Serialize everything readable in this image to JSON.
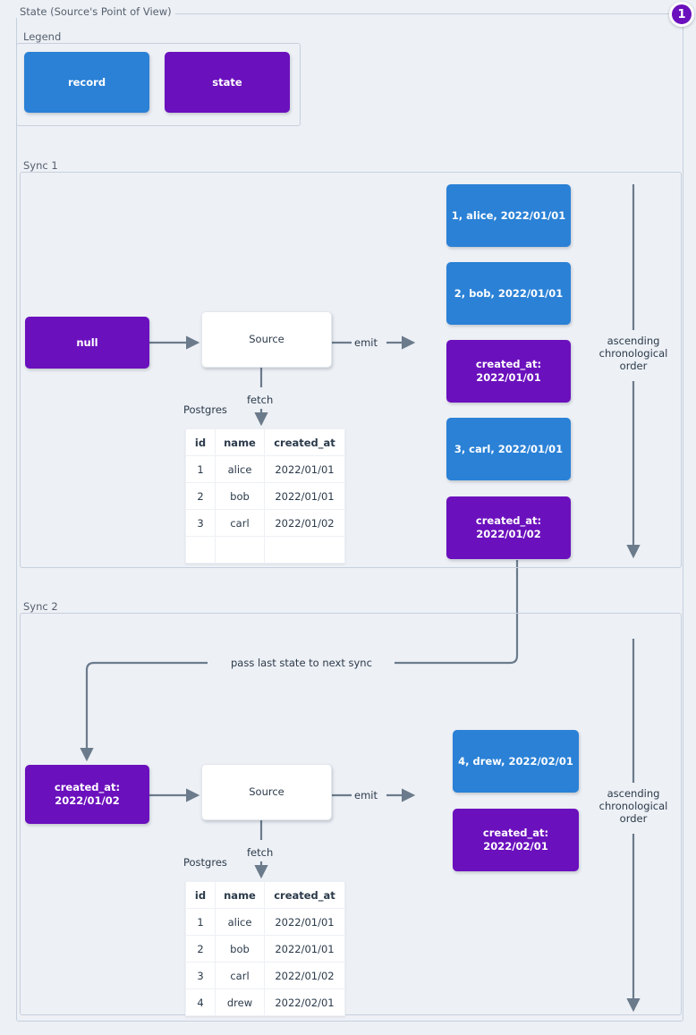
{
  "diagram": {
    "title": "State (Source's Point of View)",
    "badge": "1",
    "colors": {
      "record": "#2a81d6",
      "state": "#6b10bd",
      "background": "#edf0f5",
      "frame_border": "#c6d0dd",
      "edge": "#6b7b8c"
    }
  },
  "legend": {
    "label": "Legend",
    "items": [
      {
        "label": "record",
        "kind": "record"
      },
      {
        "label": "state",
        "kind": "state"
      }
    ]
  },
  "sync1": {
    "label": "Sync 1",
    "state_in": "null",
    "source": "Source",
    "emit_label": "emit",
    "fetch_label": "fetch",
    "db_label": "Postgres",
    "order_label": "ascending chronological order",
    "table": {
      "columns": [
        "id",
        "name",
        "created_at"
      ],
      "rows": [
        [
          "1",
          "alice",
          "2022/01/01"
        ],
        [
          "2",
          "bob",
          "2022/01/01"
        ],
        [
          "3",
          "carl",
          "2022/01/02"
        ],
        [
          "",
          "",
          ""
        ]
      ]
    },
    "emitted": [
      {
        "kind": "record",
        "text": "1, alice, 2022/01/01"
      },
      {
        "kind": "record",
        "text": "2, bob, 2022/01/01"
      },
      {
        "kind": "state",
        "line1": "created_at:",
        "line2": "2022/01/01"
      },
      {
        "kind": "record",
        "text": "3, carl, 2022/01/01"
      },
      {
        "kind": "state",
        "line1": "created_at:",
        "line2": "2022/01/02"
      }
    ]
  },
  "sync2": {
    "label": "Sync 2",
    "pass_label": "pass last state to next sync",
    "state_in_line1": "created_at:",
    "state_in_line2": "2022/01/02",
    "source": "Source",
    "emit_label": "emit",
    "fetch_label": "fetch",
    "db_label": "Postgres",
    "order_label": "ascending chronological order",
    "table": {
      "columns": [
        "id",
        "name",
        "created_at"
      ],
      "rows": [
        [
          "1",
          "alice",
          "2022/01/01"
        ],
        [
          "2",
          "bob",
          "2022/01/01"
        ],
        [
          "3",
          "carl",
          "2022/01/02"
        ],
        [
          "4",
          "drew",
          "2022/02/01"
        ]
      ]
    },
    "emitted": [
      {
        "kind": "record",
        "text": "4, drew, 2022/02/01"
      },
      {
        "kind": "state",
        "line1": "created_at:",
        "line2": "2022/02/01"
      }
    ]
  }
}
